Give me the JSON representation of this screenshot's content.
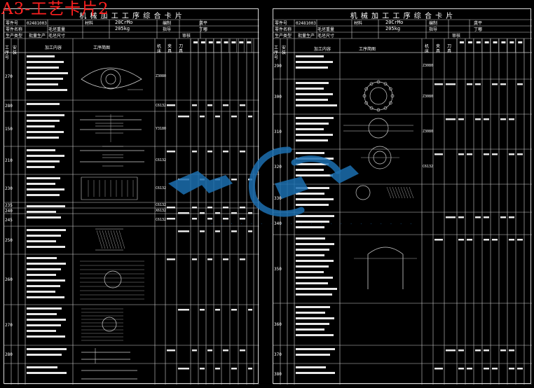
{
  "overlay_label": "A3-工艺卡片2",
  "left_card": {
    "title": "机 械 加 工 工 序 综 合 卡 片",
    "header": {
      "part_no_label": "零件号",
      "part_no": "02481003",
      "material_label": "材料",
      "material": "20CrMo",
      "compiled_label": "编制",
      "compiler": "龚平",
      "part_name_label": "零件名称",
      "blank_weight_label": "毛坯重量",
      "blank_weight": "205kg",
      "proofread_label": "指导",
      "proofreader": "丁嘟",
      "production_type_label": "生产类型",
      "production_type": "批量生产",
      "blank_size_label": "毛坯尺寸",
      "review_label": "审核"
    },
    "columns": {
      "process_no": "工序号",
      "step_no": "安装",
      "work_content": "加工内容",
      "sketch": "工序简图",
      "machine": "机床",
      "fixture": "夹具",
      "tool": "刀具"
    },
    "op_numbers": [
      "270",
      "280",
      "150",
      "210",
      "230",
      "235",
      "240",
      "245",
      "250",
      "260",
      "270",
      "280"
    ],
    "machines": [
      "Z3080",
      "C6132",
      "Y3180",
      "C6132",
      "C6132",
      "C6132",
      "X6132",
      "C6132"
    ]
  },
  "right_card": {
    "title": "机 械 加 工 工 序 综 合 卡 片",
    "header": {
      "part_no_label": "零件号",
      "part_no": "02481003",
      "material_label": "材料",
      "material": "20CrMo",
      "compiled_label": "编制",
      "compiler": "龚平",
      "part_name_label": "零件名称",
      "blank_weight_label": "毛坯重量",
      "blank_weight": "205kg",
      "proofread_label": "指导",
      "proofreader": "丁嘟",
      "production_type_label": "生产类型",
      "production_type": "批量生产",
      "blank_size_label": "毛坯尺寸",
      "review_label": "审核"
    },
    "columns": {
      "process_no": "工序号",
      "step_no": "安装",
      "work_content": "加工内容",
      "sketch": "工序简图",
      "machine": "机床",
      "fixture": "夹具",
      "tool": "刀具"
    },
    "op_numbers": [
      "290",
      "300",
      "310",
      "320",
      "330",
      "340",
      "350",
      "360",
      "370",
      "380"
    ],
    "machines": [
      "Z3080",
      "Z3080",
      "Z3080",
      "C6132"
    ]
  },
  "colors": {
    "background": "#000000",
    "lines": "#d8d8d8",
    "overlay_text": "#ff2020",
    "watermark": "#1c6fb0"
  }
}
